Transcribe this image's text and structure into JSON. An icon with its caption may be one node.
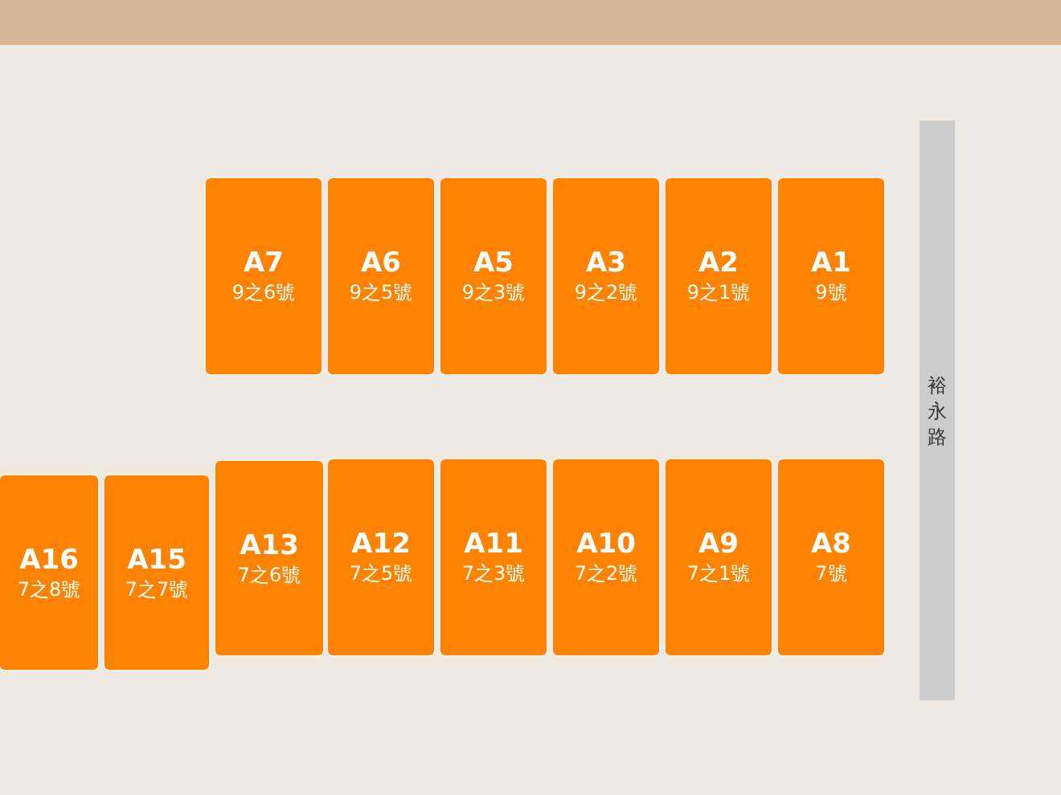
{
  "diagram": {
    "nodes": [
      {
        "text": [
          "A7",
          "9之6號"
        ]
      },
      {
        "text": [
          "A6",
          "9之5號"
        ]
      },
      {
        "text": [
          "A5",
          "9之3號"
        ]
      },
      {
        "text": [
          "A3",
          "9之2號"
        ]
      },
      {
        "text": [
          "A2",
          "9之1號"
        ]
      },
      {
        "text": [
          "A1",
          "9號"
        ]
      },
      {
        "text": [
          "裕永路"
        ]
      },
      {
        "text": [
          "A16",
          "7之8號"
        ]
      },
      {
        "text": [
          "A15",
          "7之7號"
        ]
      },
      {
        "text": [
          "A13",
          "7之6號"
        ]
      },
      {
        "text": [
          "A12",
          "7之5號"
        ]
      },
      {
        "text": [
          "A11",
          "7之3號"
        ]
      },
      {
        "text": [
          "A10",
          "7之2號"
        ]
      },
      {
        "text": [
          "A9",
          "7之1號"
        ]
      },
      {
        "text": [
          "A8",
          "7號"
        ]
      }
    ]
  }
}
